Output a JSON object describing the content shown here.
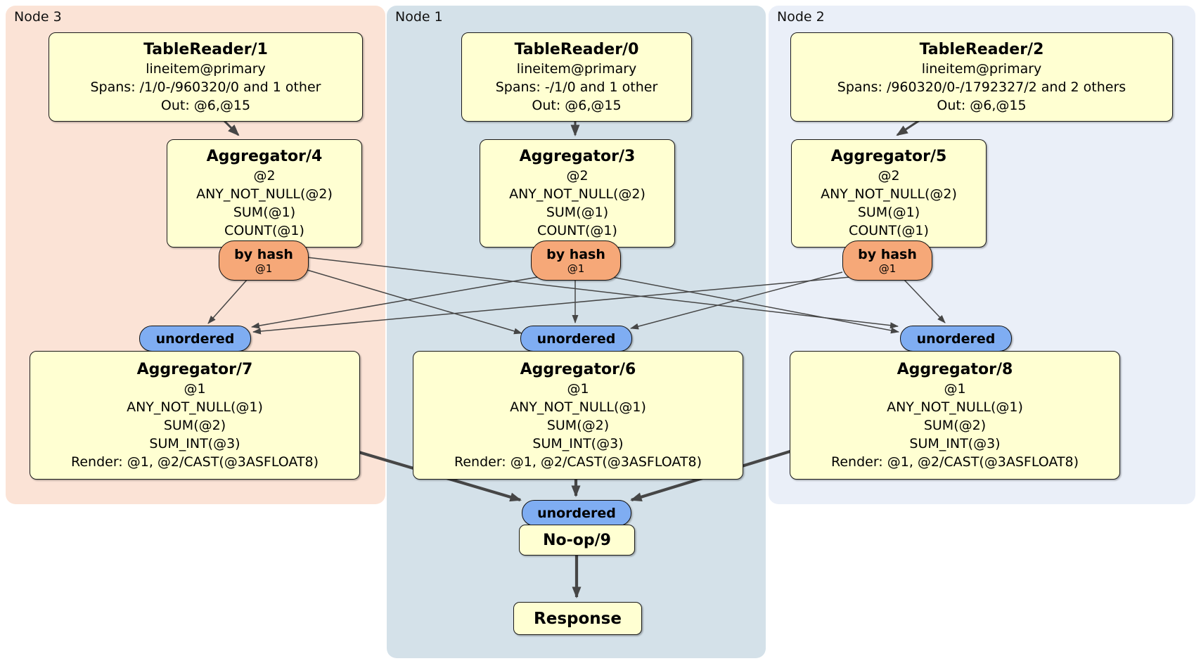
{
  "regions": {
    "node3": {
      "label": "Node 3",
      "bg": "#fbe3d6"
    },
    "node1": {
      "label": "Node 1",
      "bg": "#d4e1e9"
    },
    "node2": {
      "label": "Node 2",
      "bg": "#eaeff8"
    }
  },
  "processors": {
    "tr1": {
      "title": "TableReader/1",
      "lines": [
        "lineitem@primary",
        "Spans: /1/0-/960320/0 and 1 other",
        "Out: @6,@15"
      ]
    },
    "tr0": {
      "title": "TableReader/0",
      "lines": [
        "lineitem@primary",
        "Spans: -/1/0 and 1 other",
        "Out: @6,@15"
      ]
    },
    "tr2": {
      "title": "TableReader/2",
      "lines": [
        "lineitem@primary",
        "Spans: /960320/0-/1792327/2 and 2 others",
        "Out: @6,@15"
      ]
    },
    "agg4": {
      "title": "Aggregator/4",
      "lines": [
        "@2",
        "ANY_NOT_NULL(@2)",
        "SUM(@1)",
        "COUNT(@1)"
      ]
    },
    "agg3": {
      "title": "Aggregator/3",
      "lines": [
        "@2",
        "ANY_NOT_NULL(@2)",
        "SUM(@1)",
        "COUNT(@1)"
      ]
    },
    "agg5": {
      "title": "Aggregator/5",
      "lines": [
        "@2",
        "ANY_NOT_NULL(@2)",
        "SUM(@1)",
        "COUNT(@1)"
      ]
    },
    "agg7": {
      "title": "Aggregator/7",
      "lines": [
        "@1",
        "ANY_NOT_NULL(@1)",
        "SUM(@2)",
        "SUM_INT(@3)",
        "Render: @1, @2/CAST(@3ASFLOAT8)"
      ]
    },
    "agg6": {
      "title": "Aggregator/6",
      "lines": [
        "@1",
        "ANY_NOT_NULL(@1)",
        "SUM(@2)",
        "SUM_INT(@3)",
        "Render: @1, @2/CAST(@3ASFLOAT8)"
      ]
    },
    "agg8": {
      "title": "Aggregator/8",
      "lines": [
        "@1",
        "ANY_NOT_NULL(@1)",
        "SUM(@2)",
        "SUM_INT(@3)",
        "Render: @1, @2/CAST(@3ASFLOAT8)"
      ]
    },
    "noop": {
      "title": "No-op/9"
    },
    "response": {
      "title": "Response"
    }
  },
  "routers": {
    "hash4": {
      "label": "by hash",
      "sub": "@1"
    },
    "hash3": {
      "label": "by hash",
      "sub": "@1"
    },
    "hash5": {
      "label": "by hash",
      "sub": "@1"
    }
  },
  "syncs": {
    "unordered7": {
      "label": "unordered"
    },
    "unordered6": {
      "label": "unordered"
    },
    "unordered8": {
      "label": "unordered"
    },
    "unordered9": {
      "label": "unordered"
    }
  },
  "colors": {
    "box_fill": "#ffffd2",
    "router_fill": "#f6a878",
    "sync_fill": "#7fadf2",
    "edge": "#464646",
    "node3_bg": "#fbe3d6",
    "node1_bg": "#d4e1e9",
    "node2_bg": "#eaeff8"
  }
}
